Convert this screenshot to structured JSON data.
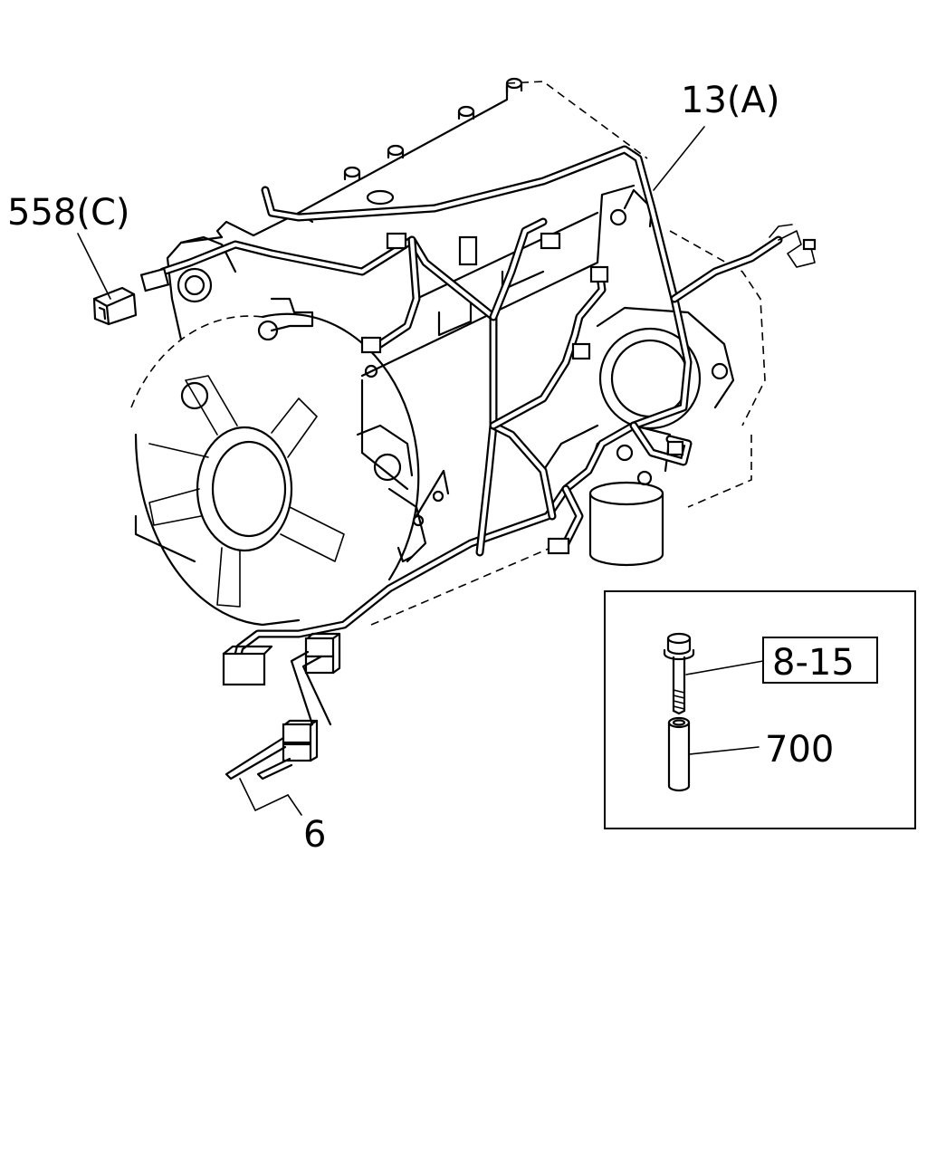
{
  "labels": {
    "part_558": "558(C)",
    "part_13": "13(A)",
    "part_6": "6",
    "part_8_15": "8-15",
    "part_700": "700"
  }
}
